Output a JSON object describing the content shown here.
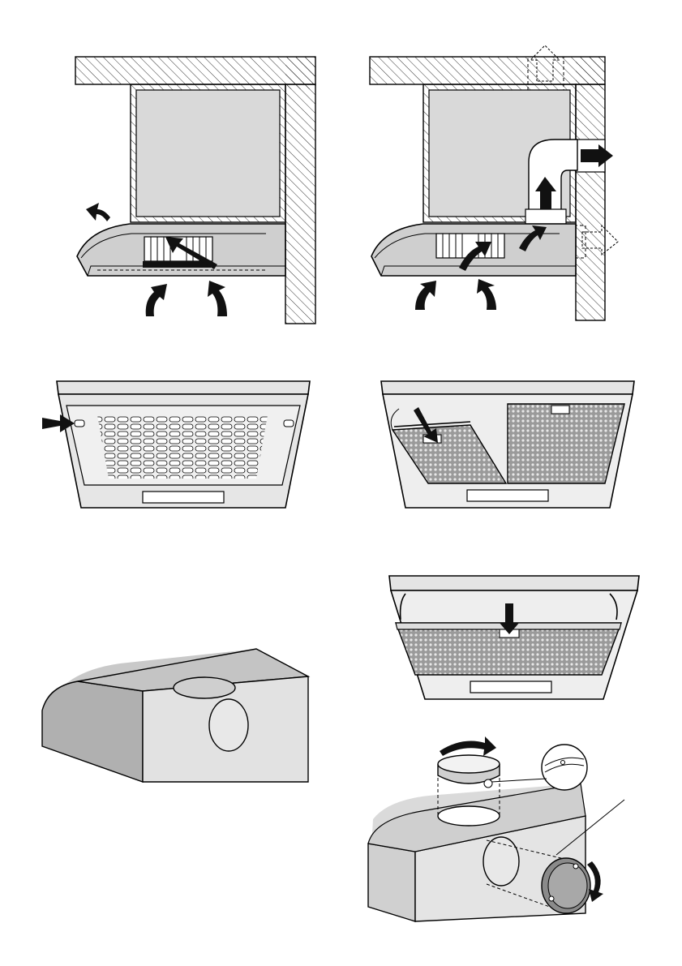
{
  "figures": [
    {
      "id": "recirculation-mode"
    },
    {
      "id": "extraction-mode"
    },
    {
      "id": "grease-filter-removal"
    },
    {
      "id": "carbon-filter-panels"
    },
    {
      "id": "hood-outlets"
    },
    {
      "id": "charcoal-filter-install"
    },
    {
      "id": "duct-flange-install"
    }
  ],
  "colors": {
    "line": "#000000",
    "hood_fill": "#cfcfcf",
    "cabinet_fill": "#d9d9d9",
    "background": "#ffffff"
  }
}
